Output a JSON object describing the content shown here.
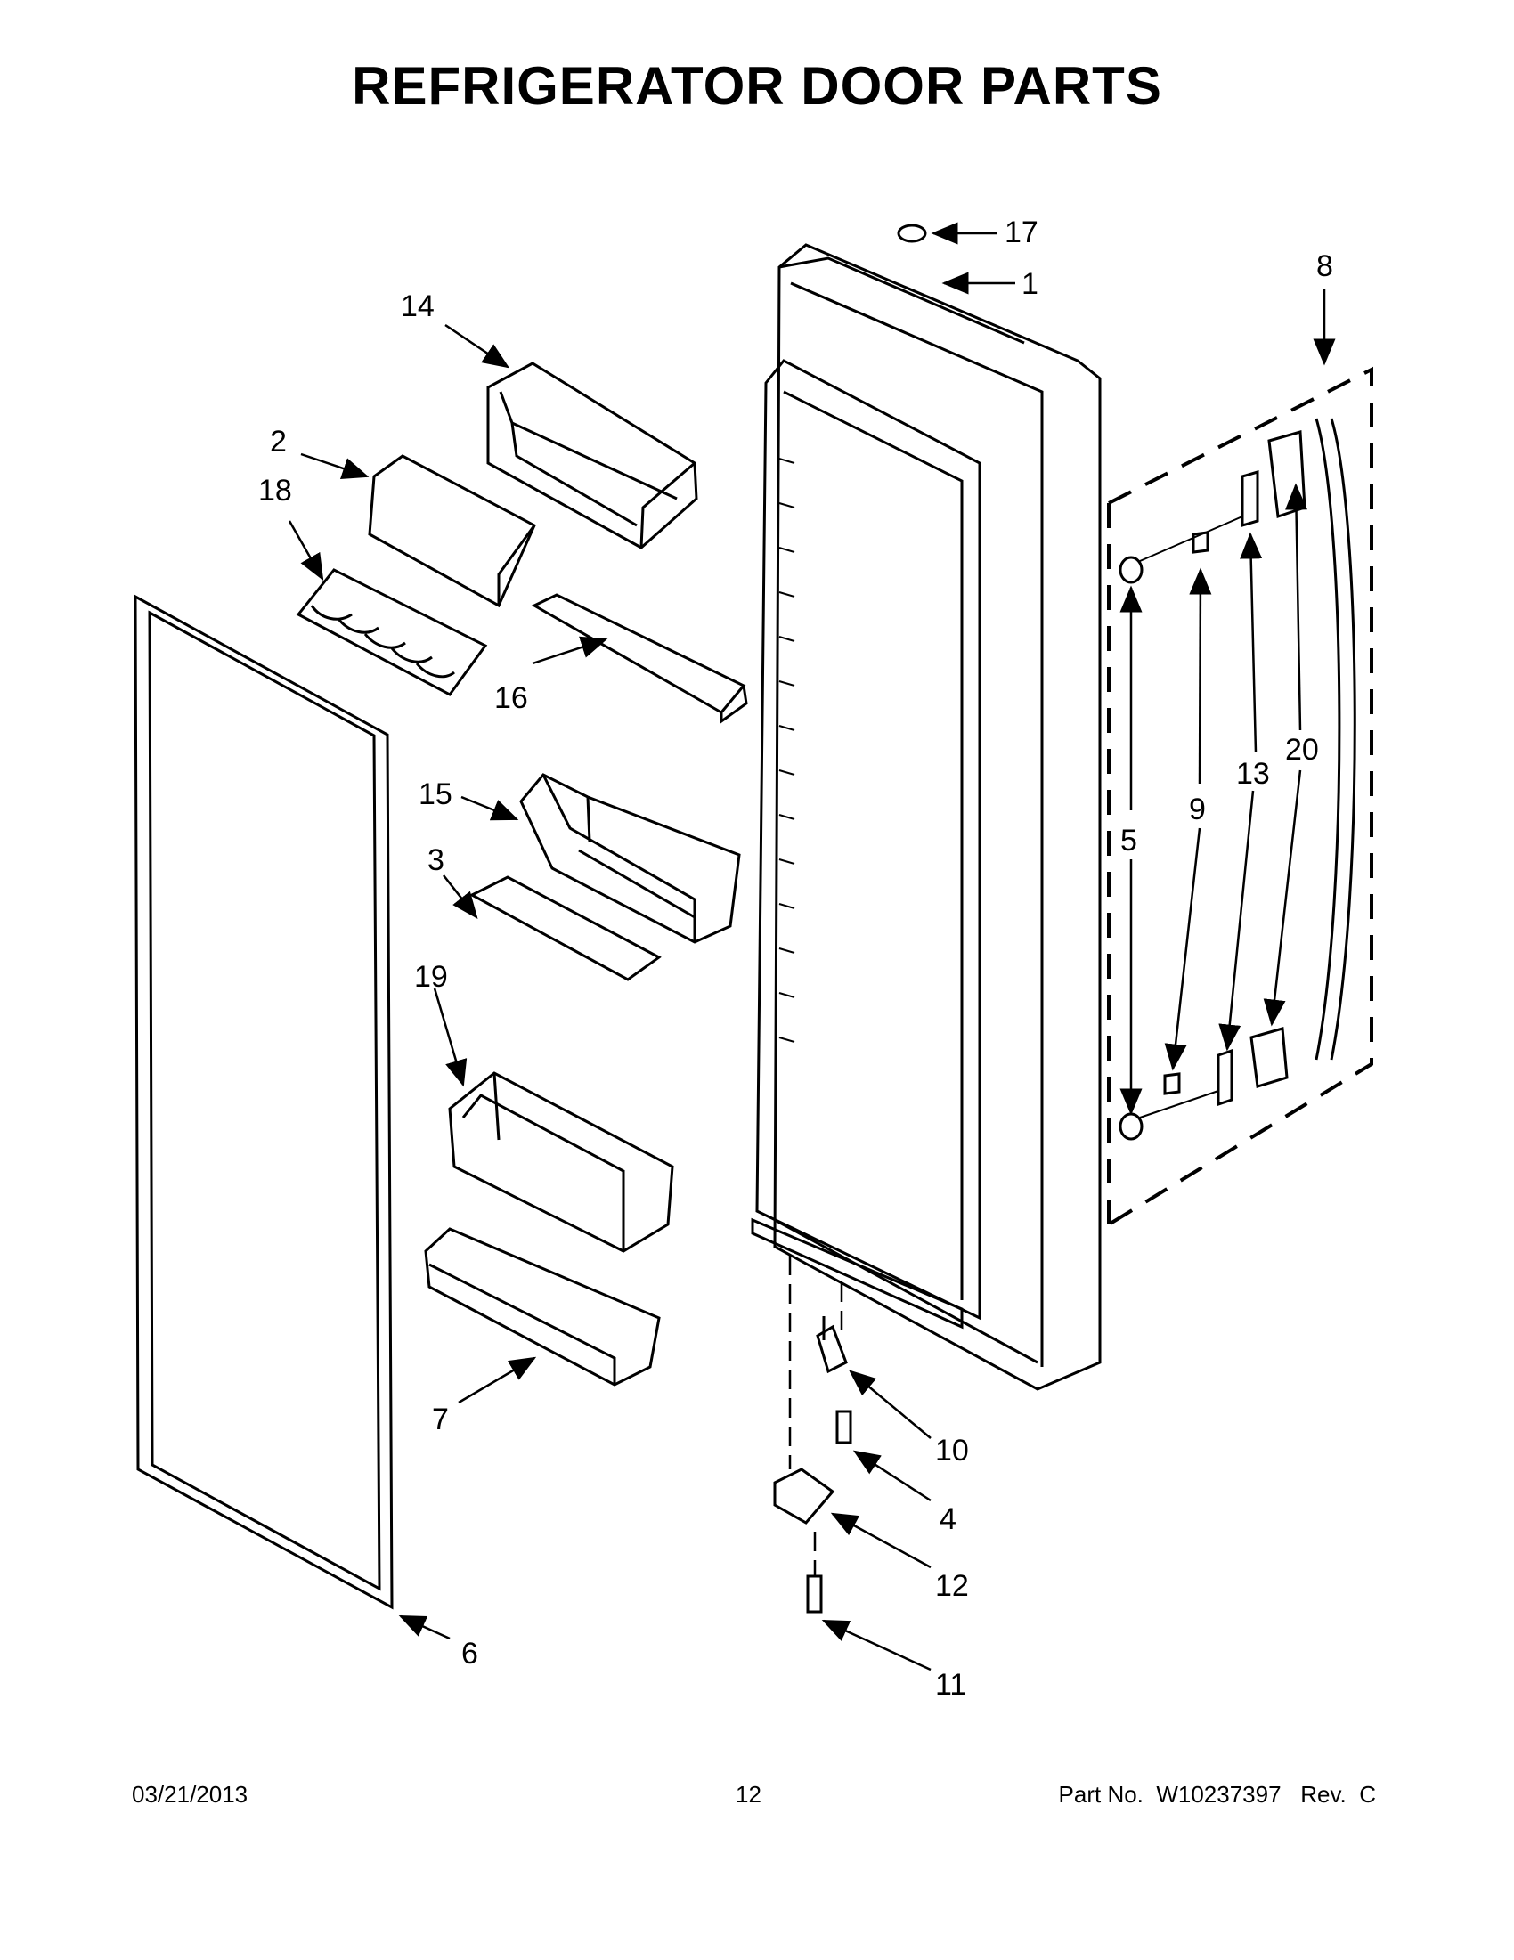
{
  "title": "REFRIGERATOR DOOR PARTS",
  "callouts": {
    "c1": "1",
    "c2": "2",
    "c3": "3",
    "c4": "4",
    "c5": "5",
    "c6": "6",
    "c7": "7",
    "c8": "8",
    "c9": "9",
    "c10": "10",
    "c11": "11",
    "c12": "12",
    "c13": "13",
    "c14": "14",
    "c15": "15",
    "c16": "16",
    "c17": "17",
    "c18": "18",
    "c19": "19",
    "c20": "20"
  },
  "footer": {
    "date": "03/21/2013",
    "page": "12",
    "part": "Part No.  W10237397   Rev.  C"
  }
}
